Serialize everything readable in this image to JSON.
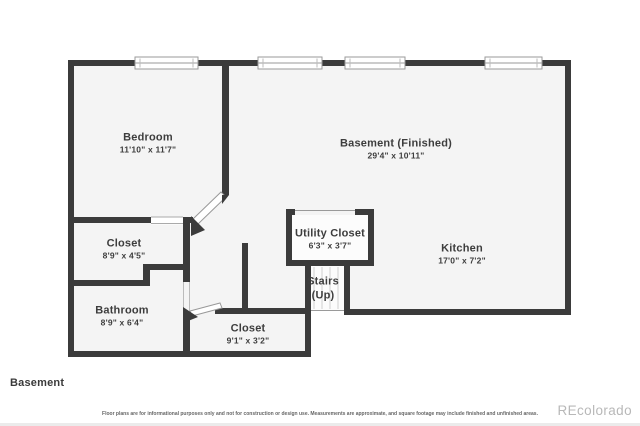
{
  "floor_title": "Basement",
  "rooms": {
    "bedroom": {
      "label": "Bedroom",
      "dims": "11'10\" x 11'7\""
    },
    "basement": {
      "label": "Basement (Finished)",
      "dims": "29'4\" x 10'11\""
    },
    "closet_upper": {
      "label": "Closet",
      "dims": "8'9\" x 4'5\""
    },
    "utility_closet": {
      "label": "Utility Closet",
      "dims": "6'3\" x 3'7\""
    },
    "kitchen": {
      "label": "Kitchen",
      "dims": "17'0\" x 7'2\""
    },
    "bathroom": {
      "label": "Bathroom",
      "dims": "8'9\" x 6'4\""
    },
    "stairs": {
      "label": "Stairs",
      "dims": "(Up)"
    },
    "closet_lower": {
      "label": "Closet",
      "dims": "9'1\" x 3'2\""
    }
  },
  "footer": {
    "disclaimer": "Floor plans are for informational purposes only and not for construction or design use. Measurements are approximate, and square footage may include finished and unfinished areas.",
    "watermark": "REcolorado"
  },
  "colors": {
    "wall": "#3b3b3b",
    "floor": "#f4f4f4",
    "background": "#ffffff",
    "label_text": "#3d3d3d",
    "watermark": "#b8b8b8"
  }
}
